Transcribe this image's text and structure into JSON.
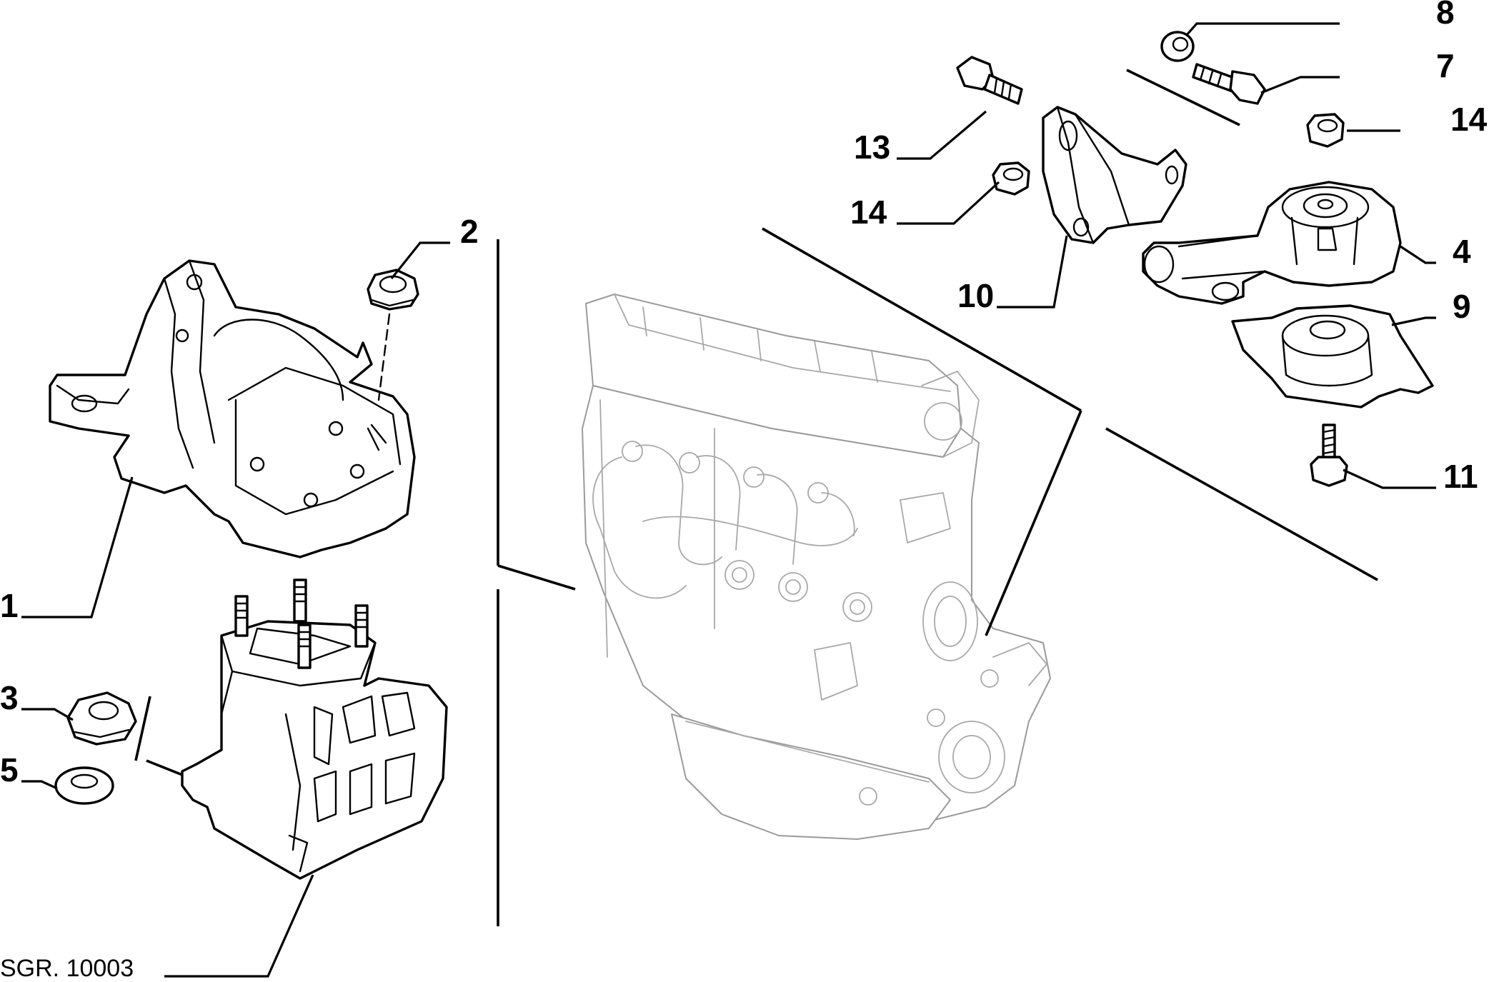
{
  "callouts": {
    "c1": "1",
    "c2": "2",
    "c3": "3",
    "c4": "4",
    "c5": "5",
    "c7": "7",
    "c8": "8",
    "c9": "9",
    "c10": "10",
    "c11": "11",
    "c13": "13",
    "c14a": "14",
    "c14b": "14"
  },
  "reference": "SGR. 10003"
}
